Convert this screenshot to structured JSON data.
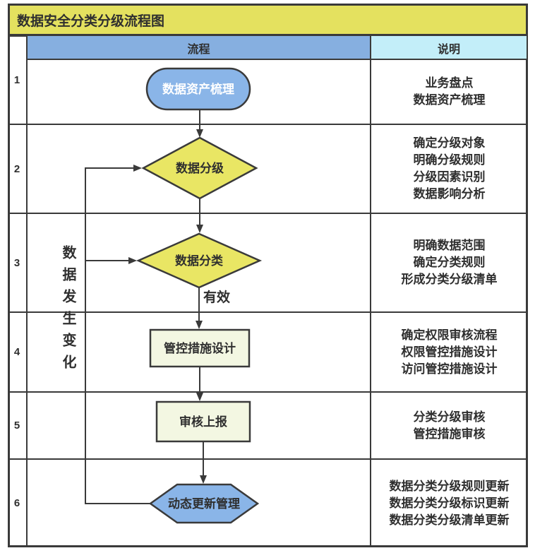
{
  "title": "数据安全分类分级流程图",
  "columns": {
    "process": "流程",
    "description": "说明"
  },
  "rows": [
    {
      "num": "1",
      "shape": "stadium",
      "label": "数据资产梳理",
      "desc": "业务盘点\n数据资产梳理"
    },
    {
      "num": "2",
      "shape": "diamond",
      "label": "数据分级",
      "desc": "确定分级对象\n明确分级规则\n分级因素识别\n数据影响分析"
    },
    {
      "num": "3",
      "shape": "diamond",
      "label": "数据分类",
      "desc": "明确数据范围\n确定分类规则\n形成分类分级清单"
    },
    {
      "num": "4",
      "shape": "rect",
      "label": "管控措施设计",
      "desc": "确定权限审核流程\n权限管控措施设计\n访问管控措施设计"
    },
    {
      "num": "5",
      "shape": "rect",
      "label": "审核上报",
      "desc": "分类分级审核\n管控措施审核"
    },
    {
      "num": "6",
      "shape": "hexagon",
      "label": "动态更新管理",
      "desc": "数据分类分级规则更新\n数据分类分级标识更新\n数据分类分级清单更新"
    }
  ],
  "labels": {
    "valid": "有效",
    "feedback": "数据发生变化"
  },
  "colors": {
    "title_bg": "#e4e15f",
    "header_process_bg": "#86afe0",
    "header_desc_bg": "#c3eef9",
    "node_blue": "#8ab5e8",
    "node_yellow": "#e9e664",
    "node_pale": "#f3f7e2",
    "line": "#3a3a3a",
    "text_dark": "#2f2f2f",
    "text_light": "#ffffff"
  }
}
